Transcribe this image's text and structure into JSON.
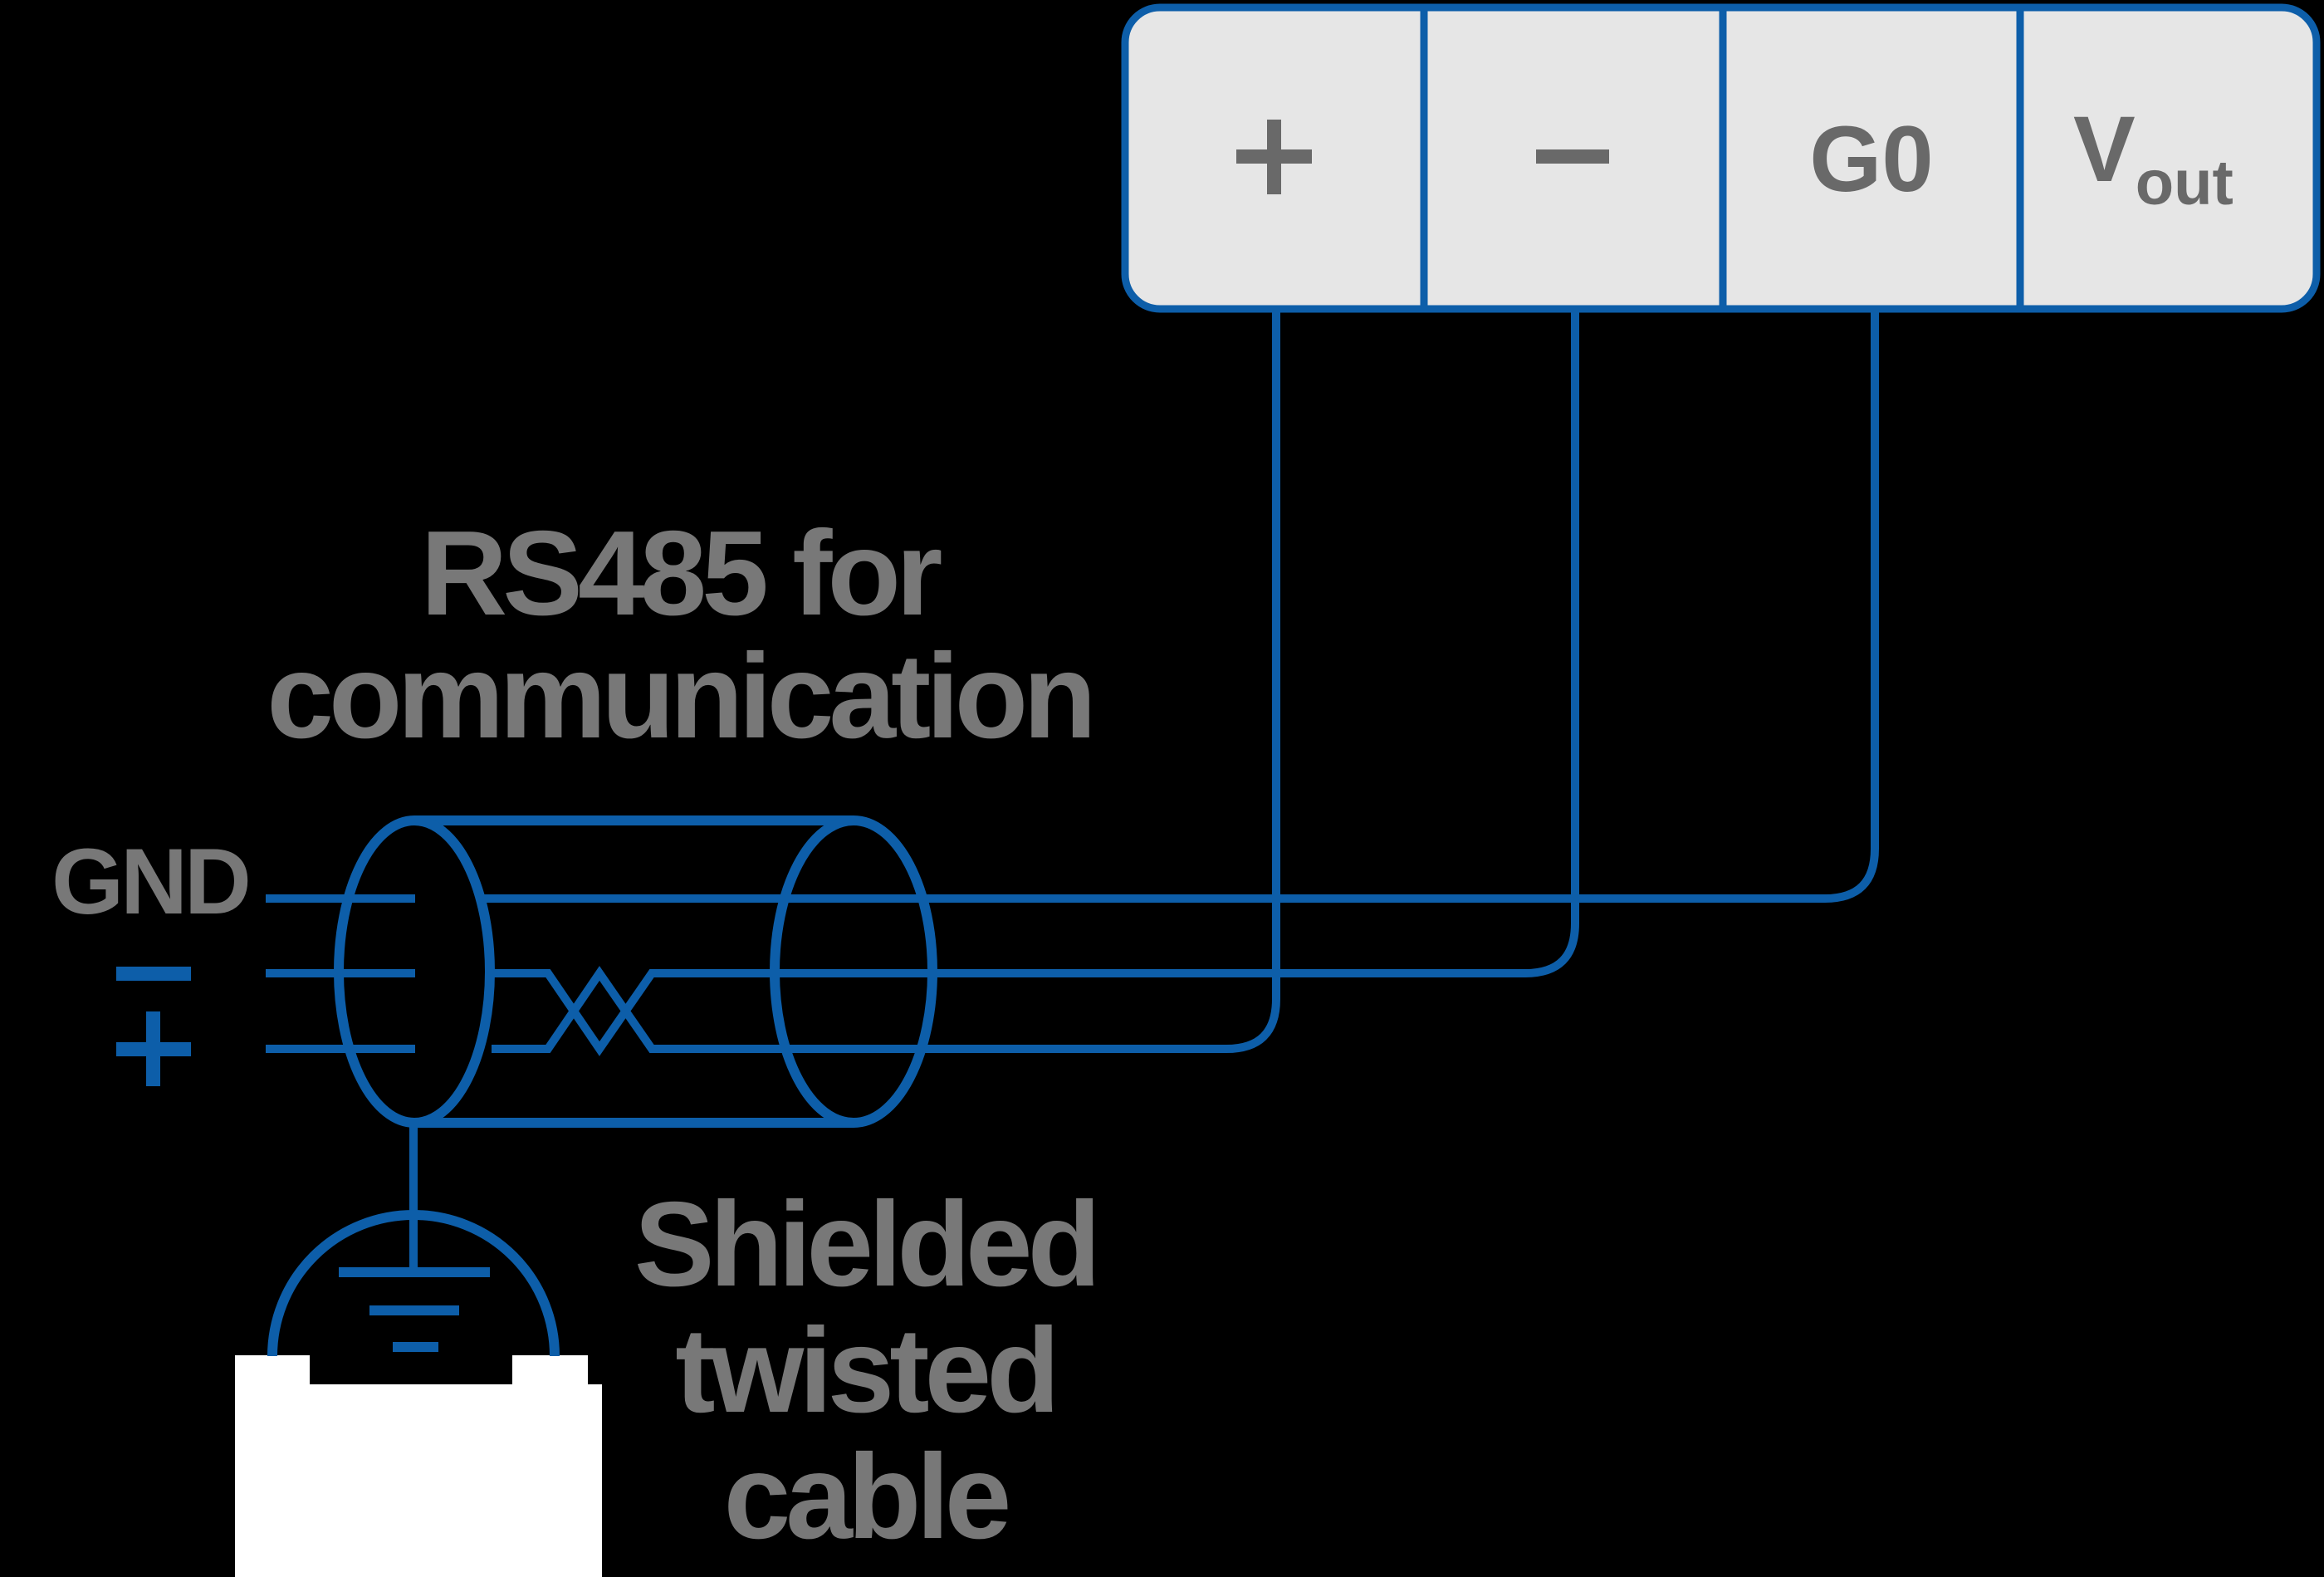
{
  "colors": {
    "background": "#000000",
    "blue": "#0d5ea9",
    "text_gray": "#787878",
    "terminal_fill": "#e6e6e6",
    "terminal_label": "#696969",
    "battery_white": "#ffffff"
  },
  "terminal_block": {
    "cells": [
      {
        "label": "+"
      },
      {
        "label": "−"
      },
      {
        "label": "G0"
      },
      {
        "label": "V",
        "subscript": "out"
      }
    ]
  },
  "annotations": {
    "rs485_line1": "RS485 for",
    "rs485_line2": "communication",
    "shielded_line1": "Shielded",
    "shielded_line2": "twisted",
    "shielded_line3": "cable",
    "gnd": "GND",
    "minus": "−",
    "plus": "+"
  }
}
